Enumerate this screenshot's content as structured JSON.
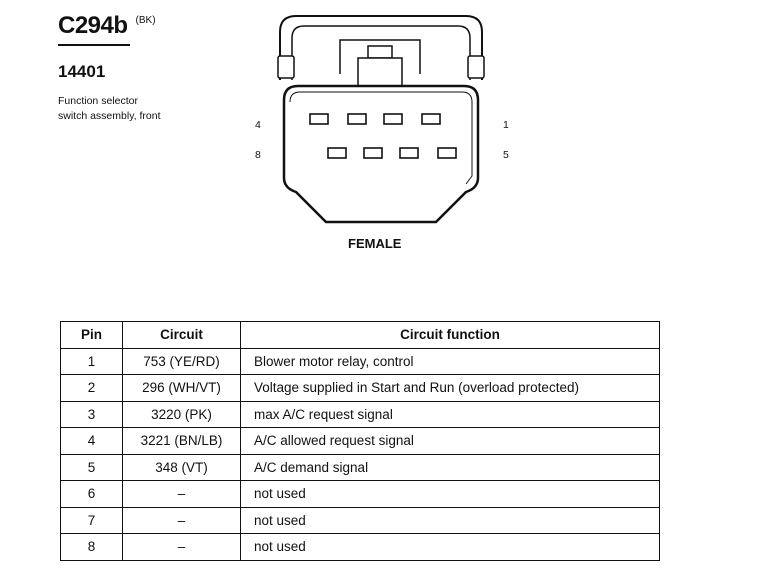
{
  "header": {
    "connector_id": "C294b",
    "color_code": "(BK)",
    "part_number": "14401",
    "description": "Function selector switch assembly, front"
  },
  "connector": {
    "pin_labels": {
      "top_left": "4",
      "top_right": "1",
      "bottom_left": "8",
      "bottom_right": "5"
    },
    "gender": "FEMALE"
  },
  "table": {
    "headers": [
      "Pin",
      "Circuit",
      "Circuit function"
    ],
    "rows": [
      {
        "pin": "1",
        "circuit": "753 (YE/RD)",
        "function": "Blower motor relay, control"
      },
      {
        "pin": "2",
        "circuit": "296 (WH/VT)",
        "function": "Voltage supplied in Start and Run (overload protected)"
      },
      {
        "pin": "3",
        "circuit": "3220 (PK)",
        "function": "max A/C request signal"
      },
      {
        "pin": "4",
        "circuit": "3221 (BN/LB)",
        "function": "A/C allowed request signal"
      },
      {
        "pin": "5",
        "circuit": "348 (VT)",
        "function": "A/C demand signal"
      },
      {
        "pin": "6",
        "circuit": "–",
        "function": "not used"
      },
      {
        "pin": "7",
        "circuit": "–",
        "function": "not used"
      },
      {
        "pin": "8",
        "circuit": "–",
        "function": "not used"
      }
    ]
  }
}
